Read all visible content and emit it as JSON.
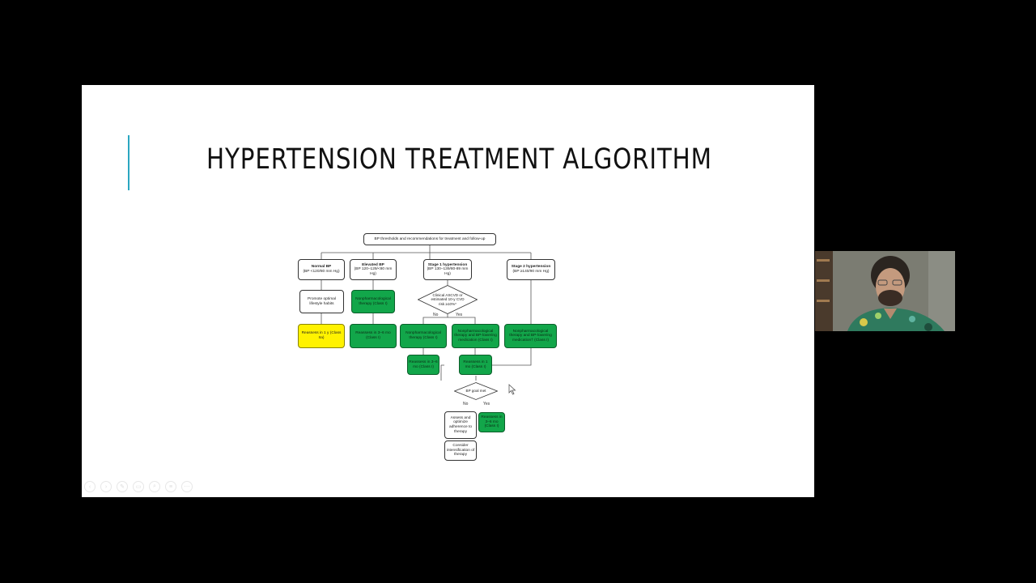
{
  "slide": {
    "title": "HYPERTENSION TREATMENT ALGORITHM",
    "accent_color": "#2aa7c1"
  },
  "diagram": {
    "root": "BP thresholds and recommendations for treatment and follow-up",
    "normal": {
      "title": "Normal BP",
      "sub": "(BP <120/80 mm Hg)"
    },
    "elevated": {
      "title": "Elevated BP",
      "sub": "(BP 120–129/<80 mm Hg)"
    },
    "stage1": {
      "title": "Stage 1 hypertension",
      "sub": "(BP 130–139/80-89 mm Hg)"
    },
    "stage2": {
      "title": "Stage 2 hypertension",
      "sub": "(BP ≥140/90 mm Hg)"
    },
    "promote": "Promote optimal lifestyle habits",
    "nonpharm_elevated": "Nonpharmacological therapy (Class I)",
    "ascvd": "Clinical ASCVD or estimated 10-y CVD risk ≥10%*",
    "no1": "No",
    "yes1": "Yes",
    "reassess_1y": "Reassess in 1 y (Class IIa)",
    "reassess_36_a": "Reassess in 3–6 mo (Class I)",
    "nonpharm_stage1": "Nonpharmacological therapy (Class I)",
    "nonpharm_med": "Nonpharmacological therapy and BP-lowering medication (Class I)",
    "stage2_therapy": "Nonpharmacological therapy and BP-lowering medication† (Class I)",
    "reassess_36_b": "Reassess in 3–6 mo (Class I)",
    "reassess_1mo": "Reassess in 1 mo (Class I)",
    "bp_goal": "BP goal met",
    "no2": "No",
    "yes2": "Yes",
    "assess": "Assess and optimize adherence to therapy",
    "reassess_36_c": "Reassess in 3–6 mo (Class I)",
    "consider": "Consider intensification of therapy"
  },
  "colors": {
    "green": "#12a64a",
    "yellow": "#fff200"
  },
  "toolbar": [
    "prev-icon",
    "next-icon",
    "pen-icon",
    "screen-icon",
    "zoom-icon",
    "subtitles-icon",
    "more-icon"
  ]
}
